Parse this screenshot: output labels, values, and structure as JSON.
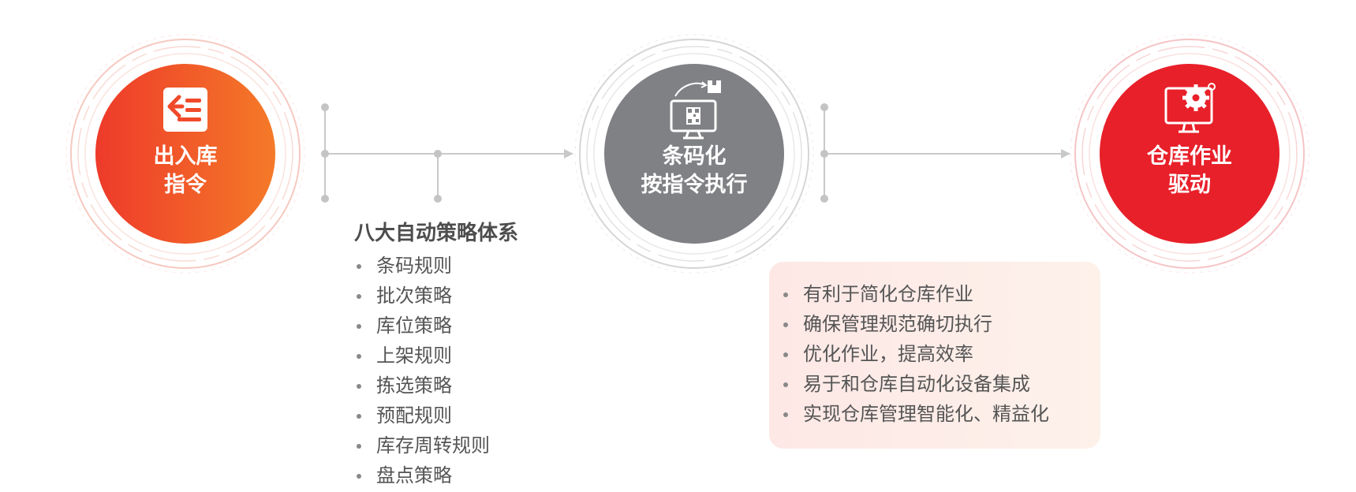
{
  "nodes": [
    {
      "id": "inbound",
      "lines": [
        "出入库",
        "指令"
      ],
      "color": "#f04a2a",
      "icon": "list-return-icon"
    },
    {
      "id": "barcode",
      "lines": [
        "条码化",
        "按指令执行"
      ],
      "color": "#808185",
      "icon": "barcode-monitor-icon"
    },
    {
      "id": "driver",
      "lines": [
        "仓库作业",
        "驱动"
      ],
      "color": "#e8202a",
      "icon": "gear-monitor-icon"
    }
  ],
  "strategy": {
    "title": "八大自动策略体系",
    "items": [
      "条码规则",
      "批次策略",
      "库位策略",
      "上架规则",
      "拣选策略",
      "预配规则",
      "库存周转规则",
      "盘点策略"
    ]
  },
  "benefits": {
    "items": [
      "有利于简化仓库作业",
      "确保管理规范确切执行",
      "优化作业，提高效率",
      "易于和仓库自动化设备集成",
      "实现仓库管理智能化、精益化"
    ]
  }
}
